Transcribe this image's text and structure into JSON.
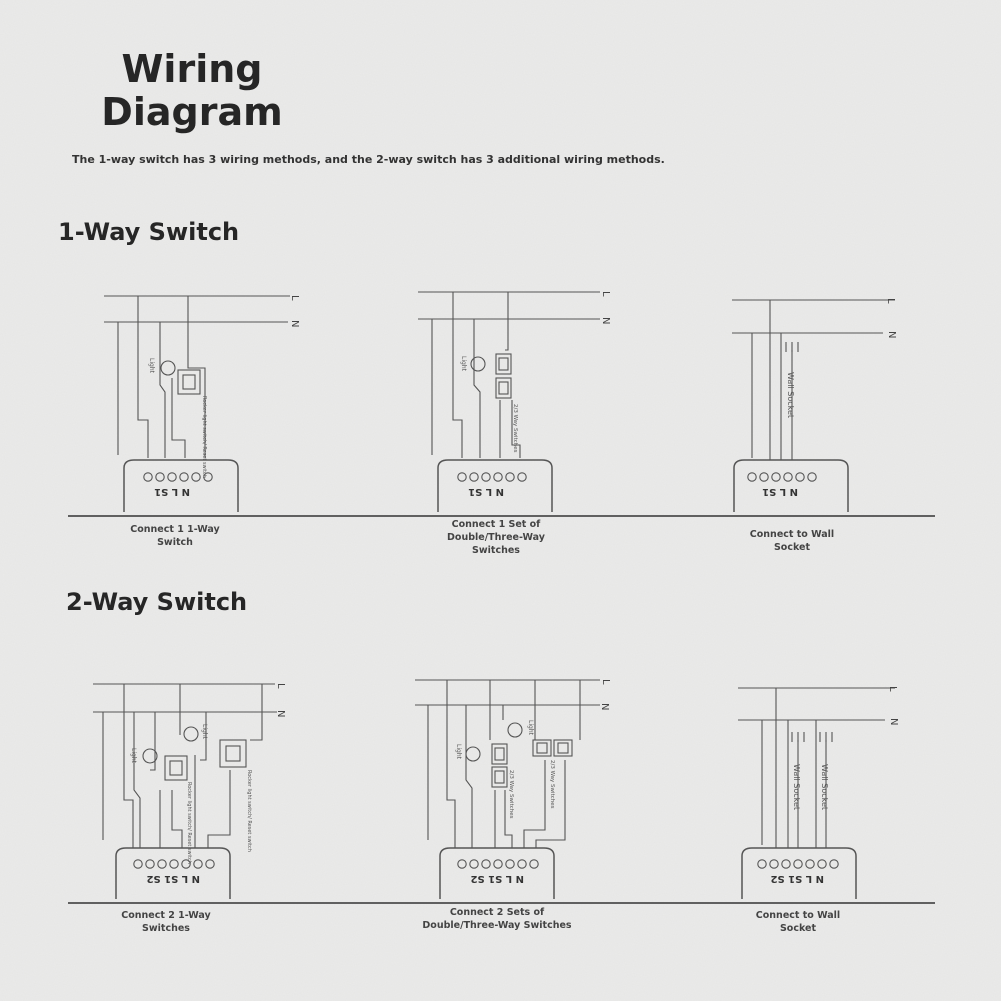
{
  "title": "Wiring Diagram",
  "subtitle": "The 1-way switch has 3 wiring methods, and the 2-way switch has 3 additional wiring methods.",
  "sections": {
    "one_way": "1-Way Switch",
    "two_way": "2-Way Switch"
  },
  "wire_labels": {
    "line": "L",
    "neutral": "N"
  },
  "terminal_labels": {
    "single": "N L S1",
    "double": "N L S1 S2"
  },
  "labels": {
    "light": "Light",
    "rocker_switch": "Rocker light switch/ Reset switch",
    "two_three_way": "2/3 Way Switches",
    "wall_socket": "Wall Socket"
  },
  "captions": {
    "d1": [
      "Connect 1 1-Way",
      "Switch"
    ],
    "d2": [
      "Connect 1 Set of",
      "Double/Three-Way",
      "Switches"
    ],
    "d3": [
      "Connect to Wall",
      "Socket"
    ],
    "d4": [
      "Connect 2 1-Way",
      "Switches"
    ],
    "d5": [
      "Connect 2 Sets of",
      "Double/Three-Way Switches"
    ],
    "d6": [
      "Connect to Wall",
      "Socket"
    ]
  }
}
